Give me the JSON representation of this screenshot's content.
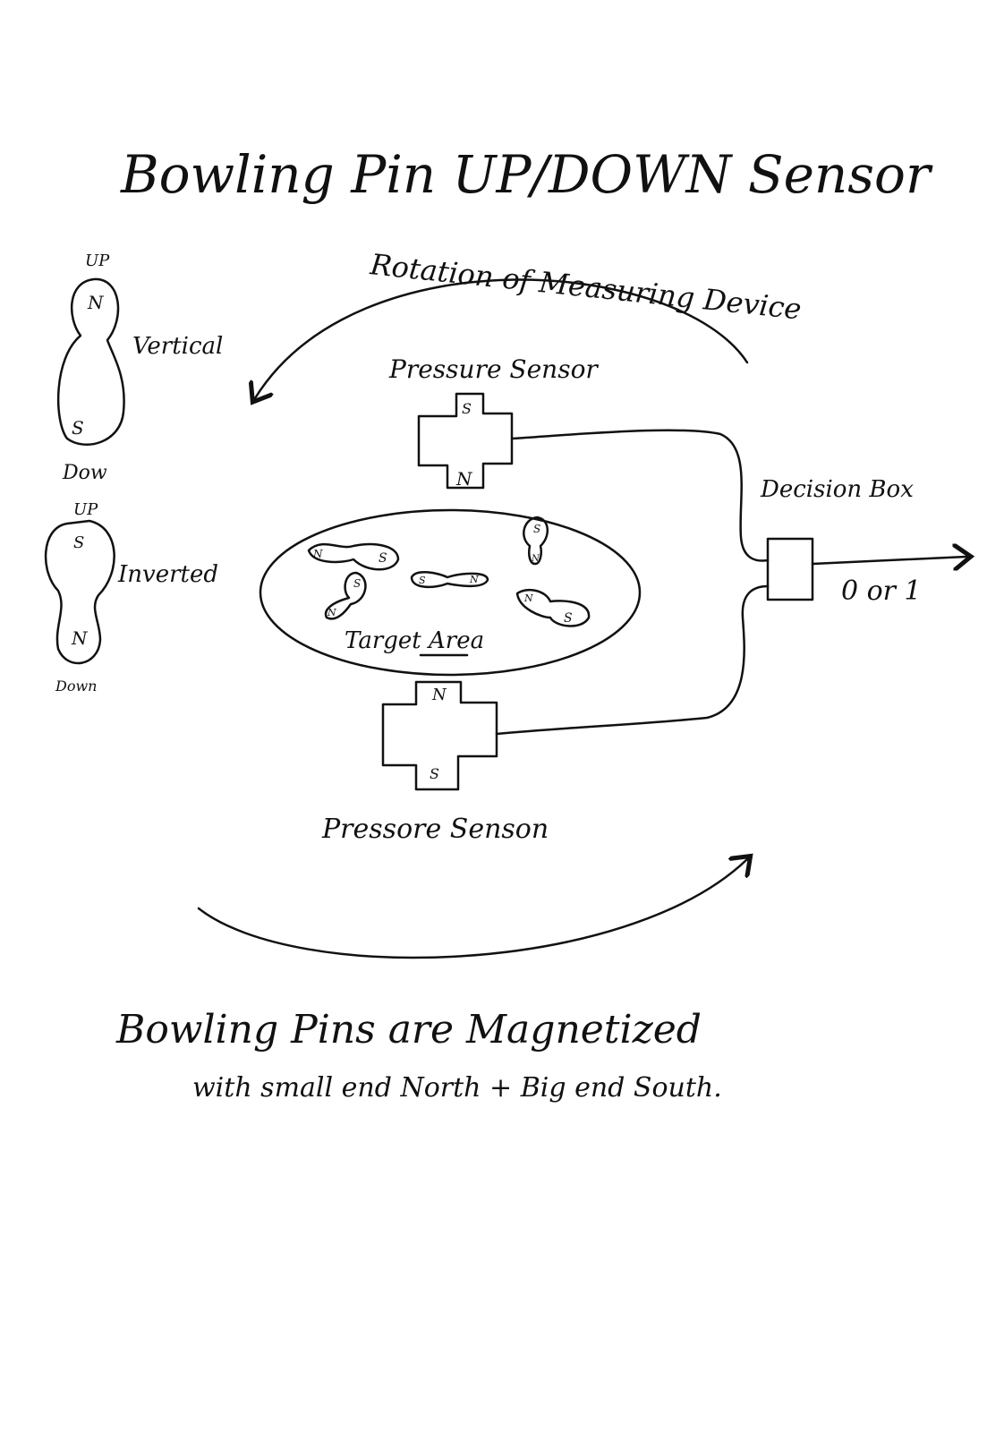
{
  "title": "Bowling Pin UP/DOWN Sensor",
  "vertical_pin": {
    "top_label": "UP",
    "north": "N",
    "south": "S",
    "label": "Vertical",
    "bottom_label": "Dow"
  },
  "inverted_pin": {
    "top_label": "UP",
    "south": "S",
    "north": "N",
    "label": "Inverted",
    "bottom_label": "Down"
  },
  "rotation_label": "Rotation of Measuring Device",
  "top_sensor": {
    "label": "Pressure Sensor",
    "top_pole": "S",
    "bottom_pole": "N"
  },
  "bottom_sensor": {
    "label": "Pressore Senson",
    "top_pole": "N",
    "bottom_pole": "S"
  },
  "target_area": {
    "label": "Target Area",
    "pins": [
      {
        "a": "N",
        "b": "S"
      },
      {
        "a": "S",
        "b": "N"
      },
      {
        "a": "S",
        "b": "N"
      },
      {
        "a": "S",
        "b": "N"
      },
      {
        "a": "N",
        "b": "S"
      }
    ]
  },
  "decision_box": {
    "label": "Decision Box",
    "output": "0 or 1"
  },
  "footer": {
    "line1": "Bowling Pins are Magnetized",
    "line2": "with small end North + Big end South."
  }
}
